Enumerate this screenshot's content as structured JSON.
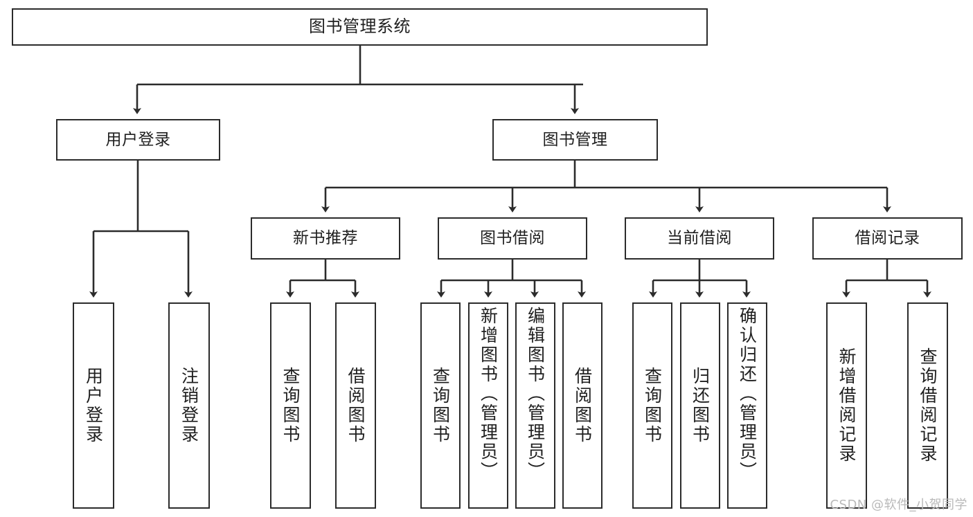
{
  "diagram": {
    "title": "图书管理系统",
    "type": "tree-hierarchy-chart",
    "watermark": "CSDN @软件_小贺同学",
    "colors": {
      "box_border": "#2b2b2b",
      "box_fill": "#ffffff",
      "edge": "#2b2b2b",
      "text": "#1f1f1f",
      "watermark": "#b9b9b9",
      "background": "#ffffff"
    },
    "nodes": {
      "root": {
        "label": "图书管理系统"
      },
      "level2": [
        {
          "id": "user-login",
          "label": "用户登录"
        },
        {
          "id": "book-manage",
          "label": "图书管理"
        }
      ],
      "level3": [
        {
          "id": "new-book-recommend",
          "label": "新书推荐"
        },
        {
          "id": "book-borrow",
          "label": "图书借阅"
        },
        {
          "id": "current-borrow",
          "label": "当前借阅"
        },
        {
          "id": "borrow-record",
          "label": "借阅记录"
        }
      ],
      "leaves": {
        "user_login": [
          {
            "id": "leaf-user-login",
            "label": "用户登录"
          },
          {
            "id": "leaf-logout-login",
            "label": "注销登录"
          }
        ],
        "new_book_recommend": [
          {
            "id": "leaf-query-book-1",
            "label": "查询图书"
          },
          {
            "id": "leaf-borrow-book-1",
            "label": "借阅图书"
          }
        ],
        "book_borrow": [
          {
            "id": "leaf-query-book-2",
            "label": "查询图书"
          },
          {
            "id": "leaf-add-book",
            "label": "新增图书（管理员）"
          },
          {
            "id": "leaf-edit-book",
            "label": "编辑图书（管理员）"
          },
          {
            "id": "leaf-borrow-book-2",
            "label": "借阅图书"
          }
        ],
        "current_borrow": [
          {
            "id": "leaf-query-book-3",
            "label": "查询图书"
          },
          {
            "id": "leaf-return-book",
            "label": "归还图书"
          },
          {
            "id": "leaf-confirm-return",
            "label": "确认归还（管理员）"
          }
        ],
        "borrow_record": [
          {
            "id": "leaf-add-record",
            "label": "新增借阅记录"
          },
          {
            "id": "leaf-query-record",
            "label": "查询借阅记录"
          }
        ]
      }
    }
  }
}
